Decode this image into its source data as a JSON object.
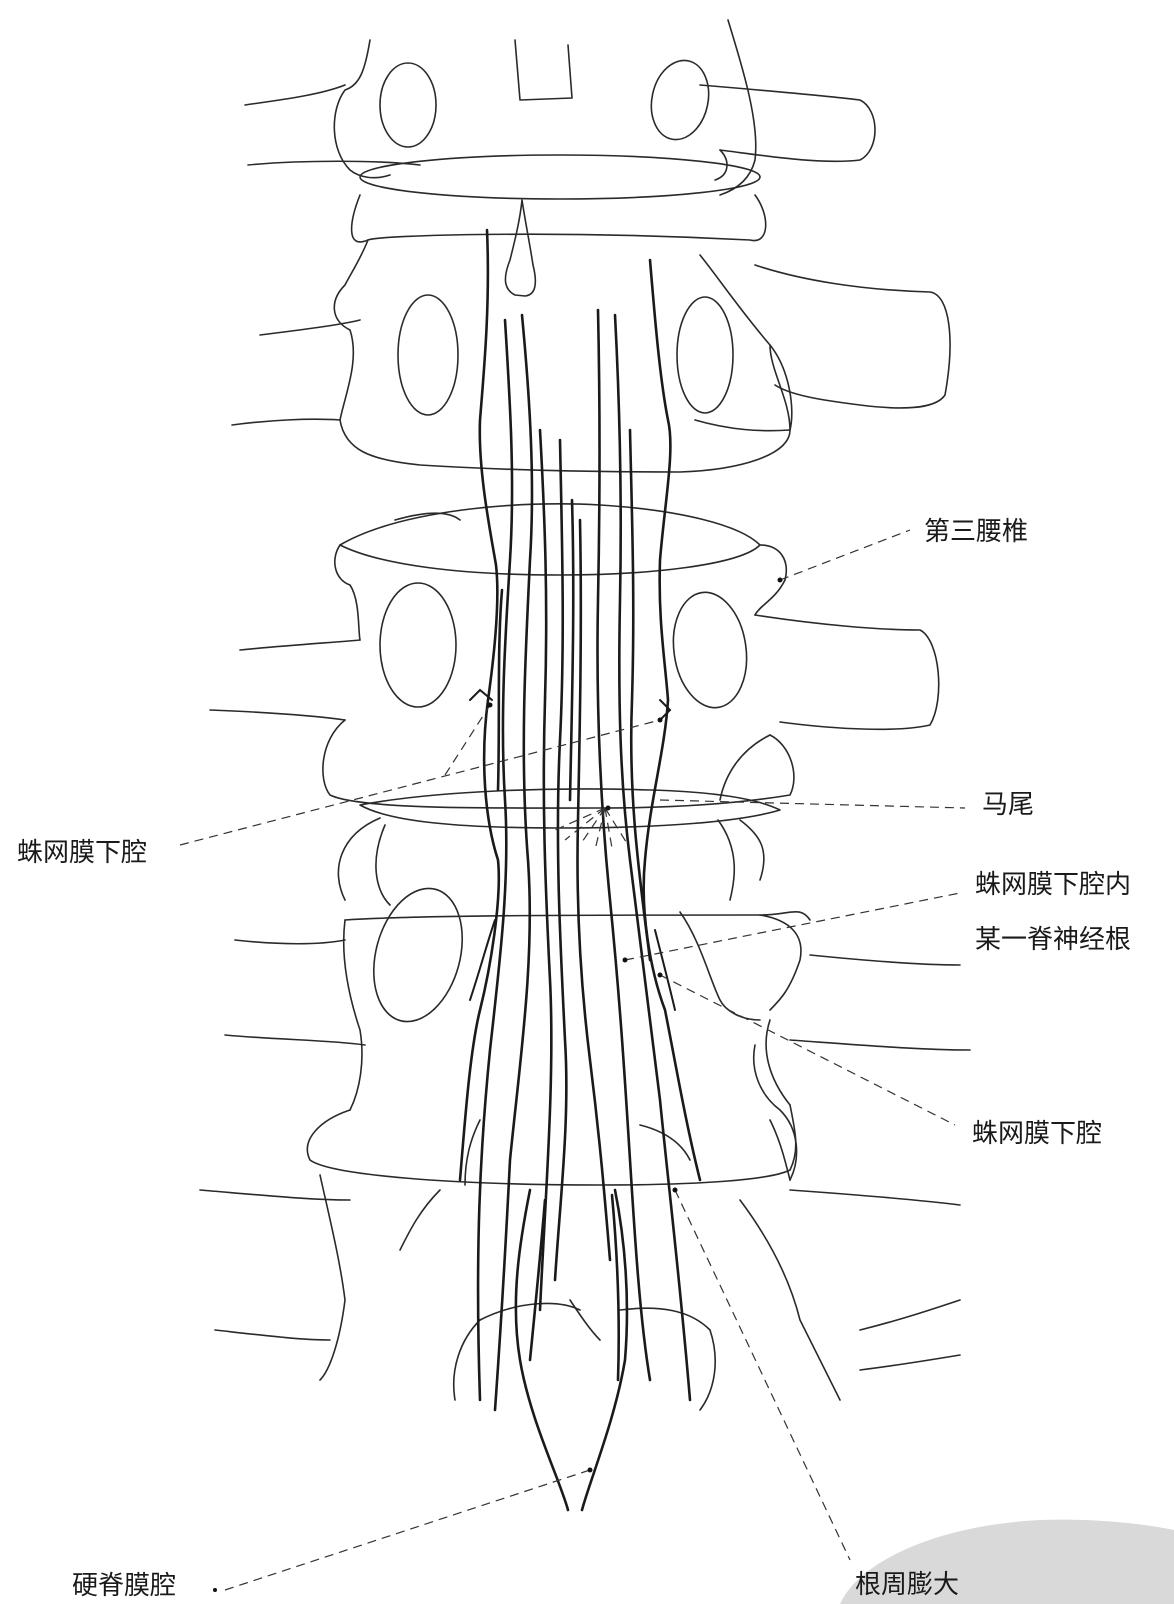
{
  "labels": {
    "l3": "第三腰椎",
    "cauda": "马尾",
    "subarachnoid_left": "蛛网膜下腔",
    "root_line1": "蛛网膜下腔内",
    "root_line2": "某一脊神经根",
    "subarachnoid_right": "蛛网膜下腔",
    "epidural": "硬脊膜腔",
    "sleeve": "根周膨大"
  },
  "colors": {
    "line": "#2a2a2a",
    "nerve": "#1a1a1a",
    "shade": "#d9d9d9"
  }
}
